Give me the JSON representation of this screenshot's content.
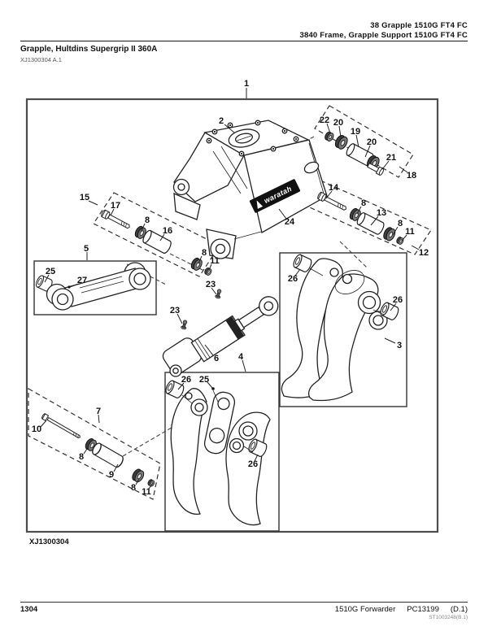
{
  "header": {
    "line1": "38 Grapple 1510G FT4 FC",
    "line2": "3840 Frame, Grapple Support 1510G FT4 FC"
  },
  "title": {
    "heading": "Grapple, Hultdins Supergrip II 360A",
    "revision": "XJ1300304 A.1"
  },
  "diagram": {
    "figure_id": "XJ1300304",
    "brand_logo": "waratah",
    "callouts": [
      {
        "label": "1"
      },
      {
        "label": "2"
      },
      {
        "label": "22"
      },
      {
        "label": "20"
      },
      {
        "label": "19"
      },
      {
        "label": "20"
      },
      {
        "label": "21"
      },
      {
        "label": "18"
      },
      {
        "label": "14"
      },
      {
        "label": "8"
      },
      {
        "label": "13"
      },
      {
        "label": "8"
      },
      {
        "label": "11"
      },
      {
        "label": "12"
      },
      {
        "label": "15"
      },
      {
        "label": "17"
      },
      {
        "label": "8"
      },
      {
        "label": "16"
      },
      {
        "label": "8"
      },
      {
        "label": "11"
      },
      {
        "label": "5"
      },
      {
        "label": "25"
      },
      {
        "label": "27"
      },
      {
        "label": "23"
      },
      {
        "label": "23"
      },
      {
        "label": "6"
      },
      {
        "label": "4"
      },
      {
        "label": "26"
      },
      {
        "label": "26"
      },
      {
        "label": "3"
      },
      {
        "label": "26"
      },
      {
        "label": "25"
      },
      {
        "label": "26"
      },
      {
        "label": "7"
      },
      {
        "label": "10"
      },
      {
        "label": "8"
      },
      {
        "label": "9"
      },
      {
        "label": "8"
      },
      {
        "label": "11"
      },
      {
        "label": "24"
      }
    ]
  },
  "footer": {
    "page_number": "1304",
    "model": "1510G Forwarder",
    "catalog": "PC13199",
    "revision": "(D.1)",
    "doc_code": "ST1003248(B.1)"
  }
}
